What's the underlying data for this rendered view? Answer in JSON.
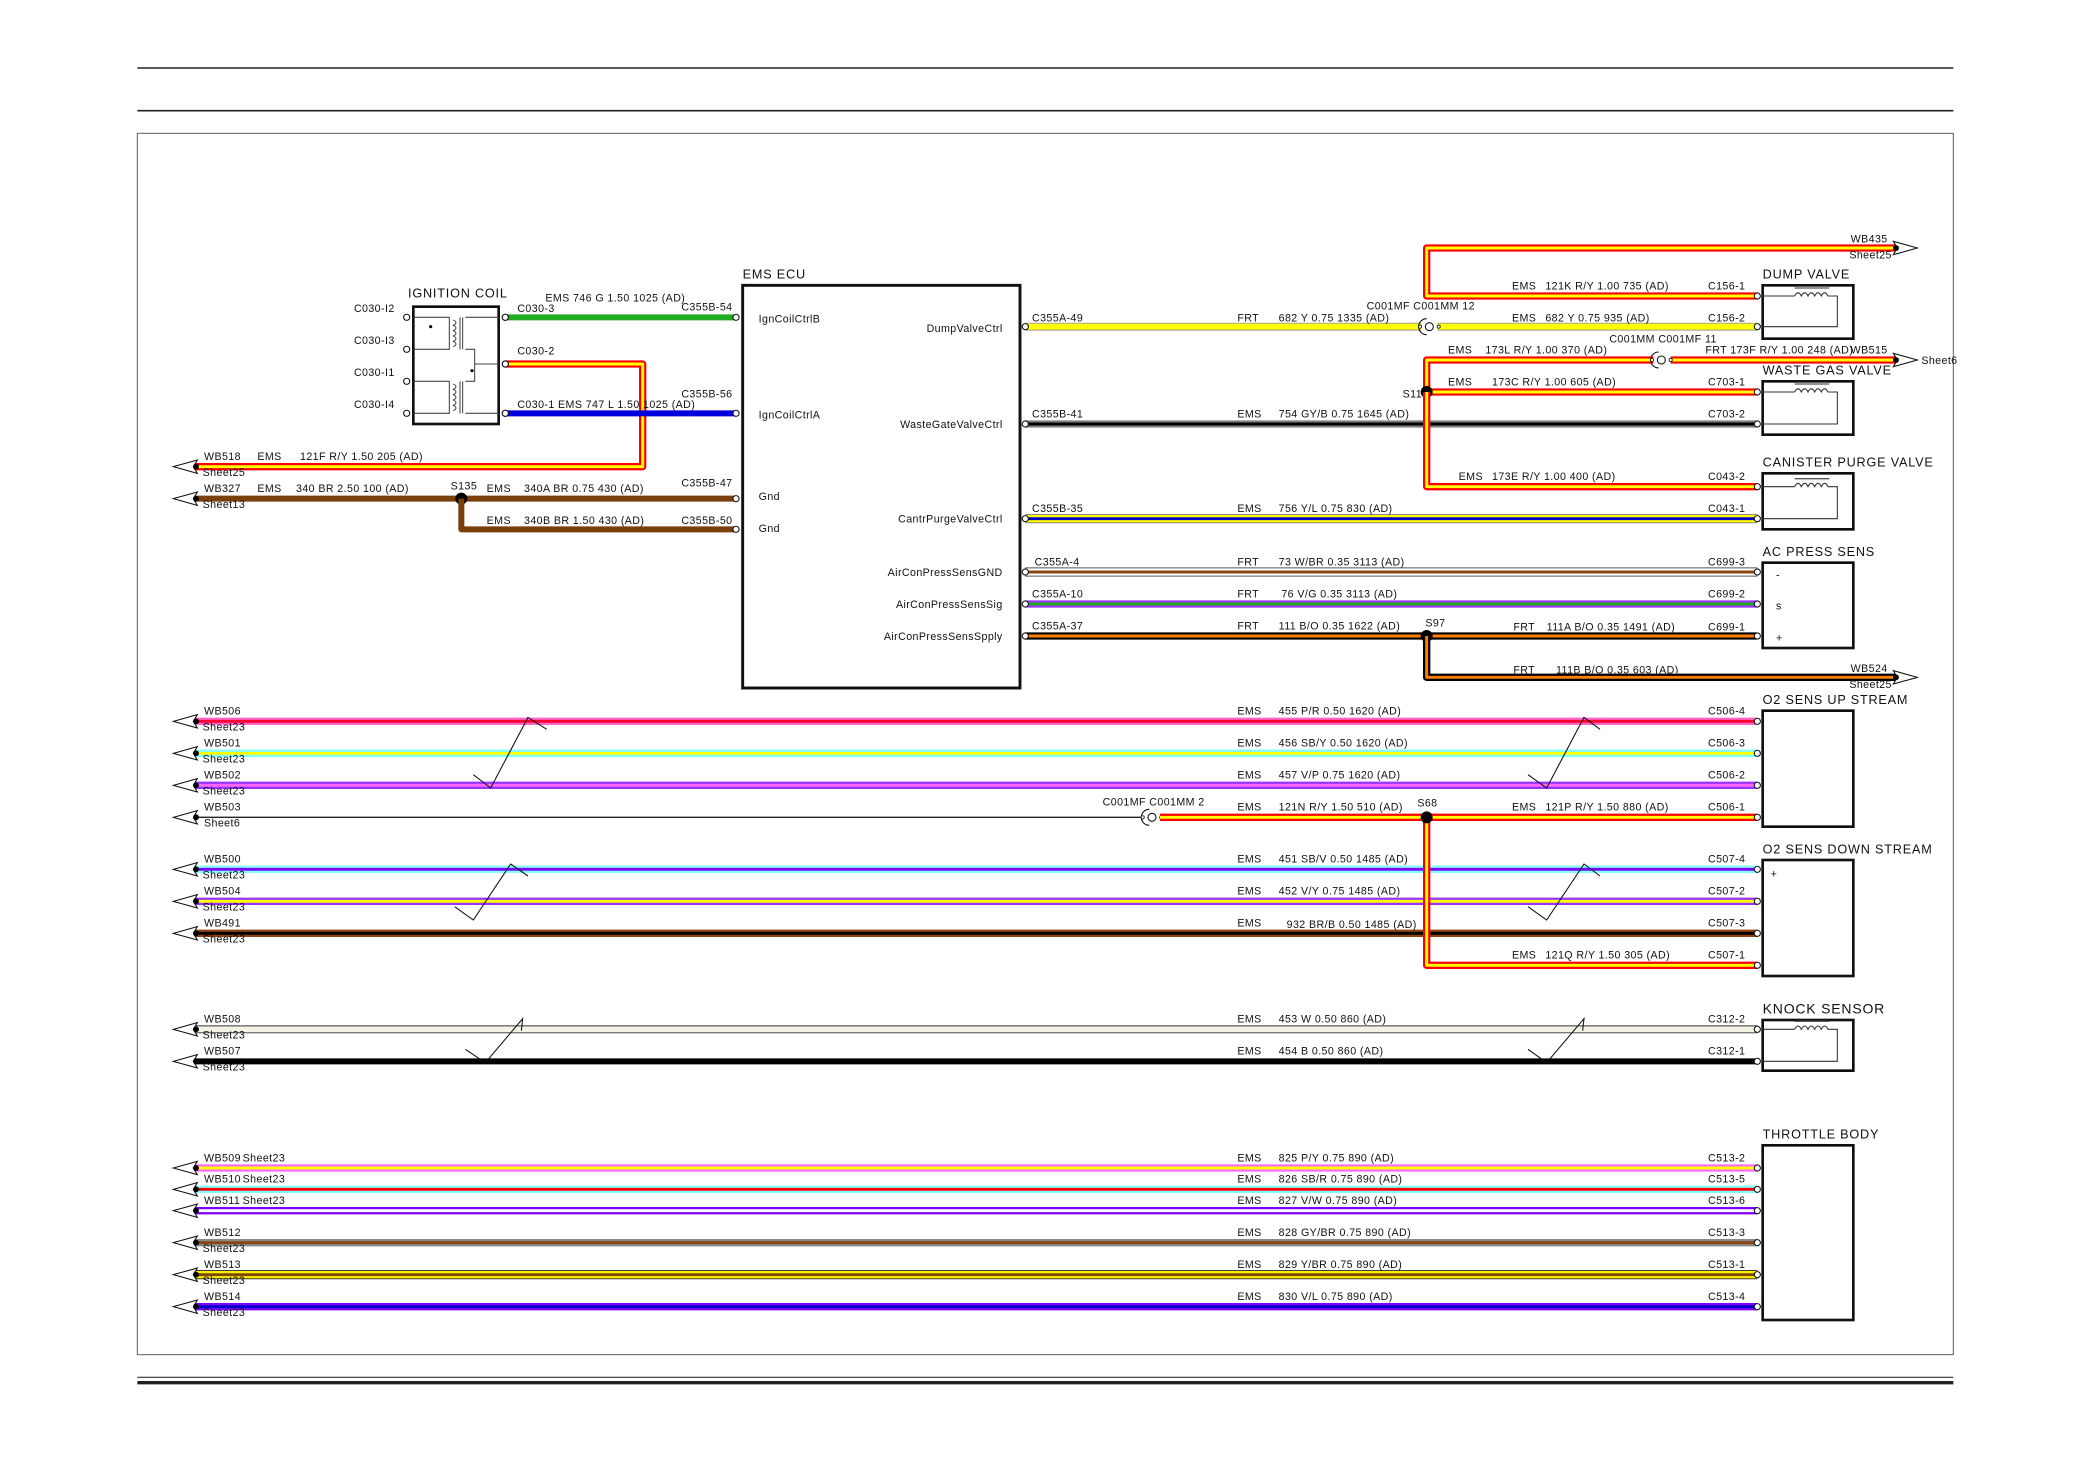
{
  "ignition_coil": {
    "title": "IGNITION COIL",
    "left_pins": [
      "C030-I2",
      "C030-I3",
      "C030-I1",
      "C030-I4"
    ]
  },
  "ecu": {
    "title": "EMS ECU",
    "left_pins": [
      "IgnCoilCtrlB",
      "IgnCoilCtrlA",
      "Gnd",
      "Gnd"
    ],
    "right_pins": [
      "DumpValveCtrl",
      "WasteGateValveCtrl",
      "CantrPurgeValveCtrl",
      "AirConPressSensGND",
      "AirConPressSensSig",
      "AirConPressSensSpply"
    ]
  },
  "components": [
    {
      "id": "dump-valve",
      "title": "DUMP VALVE",
      "marks": []
    },
    {
      "id": "waste-gas-valve",
      "title": "WASTE GAS VALVE",
      "marks": []
    },
    {
      "id": "canister-purge-valve",
      "title": "CANISTER PURGE VALVE",
      "marks": []
    },
    {
      "id": "ac-press-sens",
      "title": "AC PRESS SENS",
      "marks": [
        "-",
        "s",
        "+"
      ]
    },
    {
      "id": "o2-sens-up-stream",
      "title": "O2 SENS UP STREAM",
      "marks": []
    },
    {
      "id": "o2-sens-down-stream",
      "title": "O2 SENS DOWN STREAM",
      "marks": [
        "+"
      ]
    },
    {
      "id": "knock-sensor",
      "title": "KNOCK SENSOR",
      "marks": []
    },
    {
      "id": "throttle-body",
      "title": "THROTTLE BODY",
      "marks": []
    }
  ],
  "wires": [
    {
      "id": "746",
      "labels": [
        "C030-3",
        "EMS 746 G 1.50 1025 (AD)",
        "C355B-54"
      ],
      "color": "#22aa22"
    },
    {
      "id": "121F",
      "labels": [
        "C030-2",
        "WB518",
        "Sheet25",
        "EMS",
        "121F R/Y 1.50 205 (AD)"
      ],
      "color": "#ff0000",
      "stripe": "#ffff00"
    },
    {
      "id": "747",
      "labels": [
        "C030-1 EMS  747 L 1.50 1025 (AD)",
        "C355B-56"
      ],
      "color": "#0000dd"
    },
    {
      "id": "340",
      "labels": [
        "WB327",
        "Sheet13",
        "EMS",
        "340 BR 2.50 100 (AD)",
        "S135",
        "EMS",
        "340A BR 0.75 430 (AD)",
        "C355B-47"
      ],
      "color": "#7a3f0a"
    },
    {
      "id": "340B",
      "labels": [
        "EMS",
        "340B BR 1.50 430 (AD)",
        "C355B-50"
      ],
      "color": "#7a3f0a"
    },
    {
      "id": "682-frt",
      "labels": [
        "C355A-49",
        "FRT",
        "682 Y 0.75 1335 (AD)"
      ],
      "color": "#ffff00",
      "edge": "#999999"
    },
    {
      "id": "682-ems",
      "labels": [
        "C001MF C001MM 12",
        "EMS",
        "682 Y 0.75 935 (AD)",
        "C156-2"
      ],
      "color": "#ffff00",
      "edge": "#999999"
    },
    {
      "id": "121K",
      "labels": [
        "WB435",
        "Sheet25",
        "EMS",
        "121K R/Y 1.00 735 (AD)",
        "C156-1"
      ],
      "color": "#ff0000",
      "stripe": "#ffff00"
    },
    {
      "id": "754",
      "labels": [
        "C355B-41",
        "EMS",
        "754 GY/B 0.75 1645 (AD)",
        "C703-2"
      ],
      "color": "#808080",
      "stripe": "#000000"
    },
    {
      "id": "173L",
      "labels": [
        "EMS",
        "173L R/Y 1.00 370 (AD)"
      ],
      "color": "#ff0000",
      "stripe": "#ffff00"
    },
    {
      "id": "173F",
      "labels": [
        "C001MM C001MF 11",
        "FRT  173F R/Y 1.00 248 (AD)",
        "WB515",
        "Sheet6"
      ],
      "color": "#ff0000",
      "stripe": "#ffff00"
    },
    {
      "id": "173C",
      "labels": [
        "S11",
        "EMS",
        "173C R/Y 1.00 605 (AD)",
        "C703-1"
      ],
      "color": "#ff0000",
      "stripe": "#ffff00"
    },
    {
      "id": "173E",
      "labels": [
        "EMS",
        "173E R/Y 1.00 400 (AD)",
        "C043-2"
      ],
      "color": "#ff0000",
      "stripe": "#ffff00"
    },
    {
      "id": "756",
      "labels": [
        "C355B-35",
        "EMS",
        "756 Y/L 0.75 830 (AD)",
        "C043-1"
      ],
      "color": "#ffff00",
      "stripe": "#0000cc",
      "edge": "#777777"
    },
    {
      "id": "73",
      "labels": [
        "C355A-4",
        "FRT",
        "73 W/BR 0.35 3113 (AD)",
        "C699-3"
      ],
      "color": "#ffffff",
      "stripe": "#8b4513",
      "edge": "#555555"
    },
    {
      "id": "76",
      "labels": [
        "C355A-10",
        "FRT",
        "76 V/G 0.35 3113 (AD)",
        "C699-2"
      ],
      "color": "#9933ff",
      "stripe": "#22aa22"
    },
    {
      "id": "111",
      "labels": [
        "C355A-37",
        "FRT",
        "111 B/O 0.35 1622 (AD)"
      ],
      "color": "#000000",
      "stripe": "#ff8000"
    },
    {
      "id": "111A",
      "labels": [
        "S97",
        "FRT",
        "111A B/O 0.35 1491 (AD)",
        "C699-1"
      ],
      "color": "#000000",
      "stripe": "#ff8000"
    },
    {
      "id": "111B",
      "labels": [
        "FRT",
        "111B B/O 0.35 603 (AD)",
        "WB524",
        "Sheet25"
      ],
      "color": "#000000",
      "stripe": "#ff8000"
    },
    {
      "id": "455",
      "labels": [
        "WB506",
        "Sheet23",
        "EMS",
        "455 P/R 0.50 1620 (AD)",
        "C506-4"
      ],
      "color": "#ff66cc",
      "stripe": "#ff0033"
    },
    {
      "id": "456",
      "labels": [
        "WB501",
        "Sheet23",
        "EMS",
        "456 SB/Y 0.50 1620 (AD)",
        "C506-3"
      ],
      "color": "#80ffff",
      "stripe": "#ffff00"
    },
    {
      "id": "457",
      "labels": [
        "WB502",
        "Sheet23",
        "EMS",
        "457 V/P 0.75 1620 (AD)",
        "C506-2"
      ],
      "color": "#9933ff",
      "stripe": "#ff66ff"
    },
    {
      "id": "wb503",
      "labels": [
        "WB503",
        "Sheet6",
        "C001MF C001MM 2"
      ],
      "color": "#222222",
      "width": 1
    },
    {
      "id": "121N",
      "labels": [
        "EMS",
        "121N R/Y 1.50 510 (AD)"
      ],
      "color": "#ff0000",
      "stripe": "#ffff00"
    },
    {
      "id": "121P",
      "labels": [
        "S68",
        "EMS",
        "121P R/Y 1.50 880 (AD)",
        "C506-1"
      ],
      "color": "#ff0000",
      "stripe": "#ffff00"
    },
    {
      "id": "451",
      "labels": [
        "WB500",
        "Sheet23",
        "EMS",
        "451 SB/V 0.50 1485 (AD)",
        "C507-4"
      ],
      "color": "#80ffff",
      "stripe": "#7f00ff"
    },
    {
      "id": "452",
      "labels": [
        "WB504",
        "Sheet23",
        "EMS",
        "452 V/Y 0.75 1485 (AD)",
        "C507-2"
      ],
      "color": "#9933ff",
      "stripe": "#ffff00"
    },
    {
      "id": "932",
      "labels": [
        "WB491",
        "Sheet23",
        "EMS",
        "932 BR/B 0.50 1485 (AD)",
        "C507-3"
      ],
      "color": "#8b4513",
      "stripe": "#000000"
    },
    {
      "id": "121Q",
      "labels": [
        "EMS",
        "121Q R/Y 1.50 305 (AD)",
        "C507-1"
      ],
      "color": "#ff0000",
      "stripe": "#ffff00"
    },
    {
      "id": "453",
      "labels": [
        "WB508",
        "Sheet23",
        "EMS",
        "453 W 0.50 860 (AD)",
        "C312-2"
      ],
      "color": "#f5f3e4",
      "edge": "#333333"
    },
    {
      "id": "454",
      "labels": [
        "WB507",
        "Sheet23",
        "EMS",
        "454 B 0.50 860 (AD)",
        "C312-1"
      ],
      "color": "#000000"
    },
    {
      "id": "825",
      "labels": [
        "WB509",
        "Sheet23",
        "EMS",
        "825 P/Y 0.75 890 (AD)",
        "C513-2"
      ],
      "color": "#ff66ff",
      "stripe": "#ffff00"
    },
    {
      "id": "826",
      "labels": [
        "WB510",
        "Sheet23",
        "EMS",
        "826 SB/R 0.75 890 (AD)",
        "C513-5"
      ],
      "color": "#80ffff",
      "stripe": "#ff0000"
    },
    {
      "id": "827",
      "labels": [
        "WB511",
        "Sheet23",
        "EMS",
        "827 V/W 0.75 890 (AD)",
        "C513-6"
      ],
      "color": "#8000ff",
      "stripe": "#ffffff"
    },
    {
      "id": "828",
      "labels": [
        "WB512",
        "Sheet23",
        "EMS",
        "828 GY/BR 0.75 890 (AD)",
        "C513-3"
      ],
      "color": "#888888",
      "stripe": "#8b4513"
    },
    {
      "id": "829",
      "labels": [
        "WB513",
        "Sheet23",
        "EMS",
        "829 Y/BR 0.75 890 (AD)",
        "C513-1"
      ],
      "color": "#ffee00",
      "stripe": "#7a4a00",
      "edge": "#222222"
    },
    {
      "id": "830",
      "labels": [
        "WB514",
        "Sheet23",
        "EMS",
        "830 V/L 0.75 890 (AD)",
        "C513-4"
      ],
      "color": "#8000ff",
      "stripe": "#0000cc"
    }
  ]
}
